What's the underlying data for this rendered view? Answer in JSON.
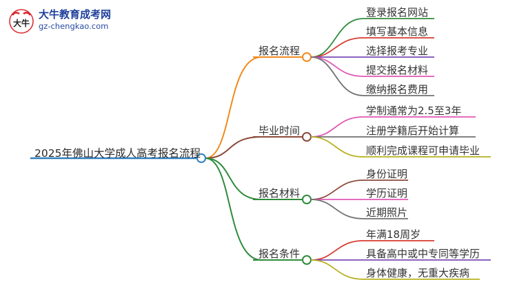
{
  "logo": {
    "title": "大牛教育成考网",
    "url": "gz-chengkao.com",
    "mark_text": "大牛"
  },
  "root": {
    "label": "2025年佛山大学成人高考报名流程"
  },
  "branches": [
    {
      "label": "报名流程",
      "color": "#f08a1c",
      "leaves": [
        {
          "label": "登录报名网站",
          "color": "#2e8b3a"
        },
        {
          "label": "填写基本信息",
          "color": "#d63a2f"
        },
        {
          "label": "选择报考专业",
          "color": "#7b4bb5"
        },
        {
          "label": "提交报名材料",
          "color": "#e057b5"
        },
        {
          "label": "缴纳报名费用",
          "color": "#707070"
        }
      ]
    },
    {
      "label": "毕业时间",
      "color": "#8b4a3a",
      "leaves": [
        {
          "label": "学制通常为2.5至3年",
          "color": "#e057b5"
        },
        {
          "label": "注册学籍后开始计算",
          "color": "#707070"
        },
        {
          "label": "顺利完成课程可申请毕业",
          "color": "#b8b020"
        }
      ]
    },
    {
      "label": "报名材料",
      "color": "#2e8b3a",
      "leaves": [
        {
          "label": "身份证明",
          "color": "#8b4a3a"
        },
        {
          "label": "学历证明",
          "color": "#e057b5"
        },
        {
          "label": "近期照片",
          "color": "#707070"
        }
      ]
    },
    {
      "label": "报名条件",
      "color": "#2e8b3a",
      "leaves": [
        {
          "label": "年满18周岁",
          "color": "#d63a2f"
        },
        {
          "label": "具备高中或中专同等学历",
          "color": "#7b4bb5"
        },
        {
          "label": "身体健康，无重大疾病",
          "color": "#b8b020"
        }
      ]
    }
  ],
  "root_color": "#2f7fc0"
}
